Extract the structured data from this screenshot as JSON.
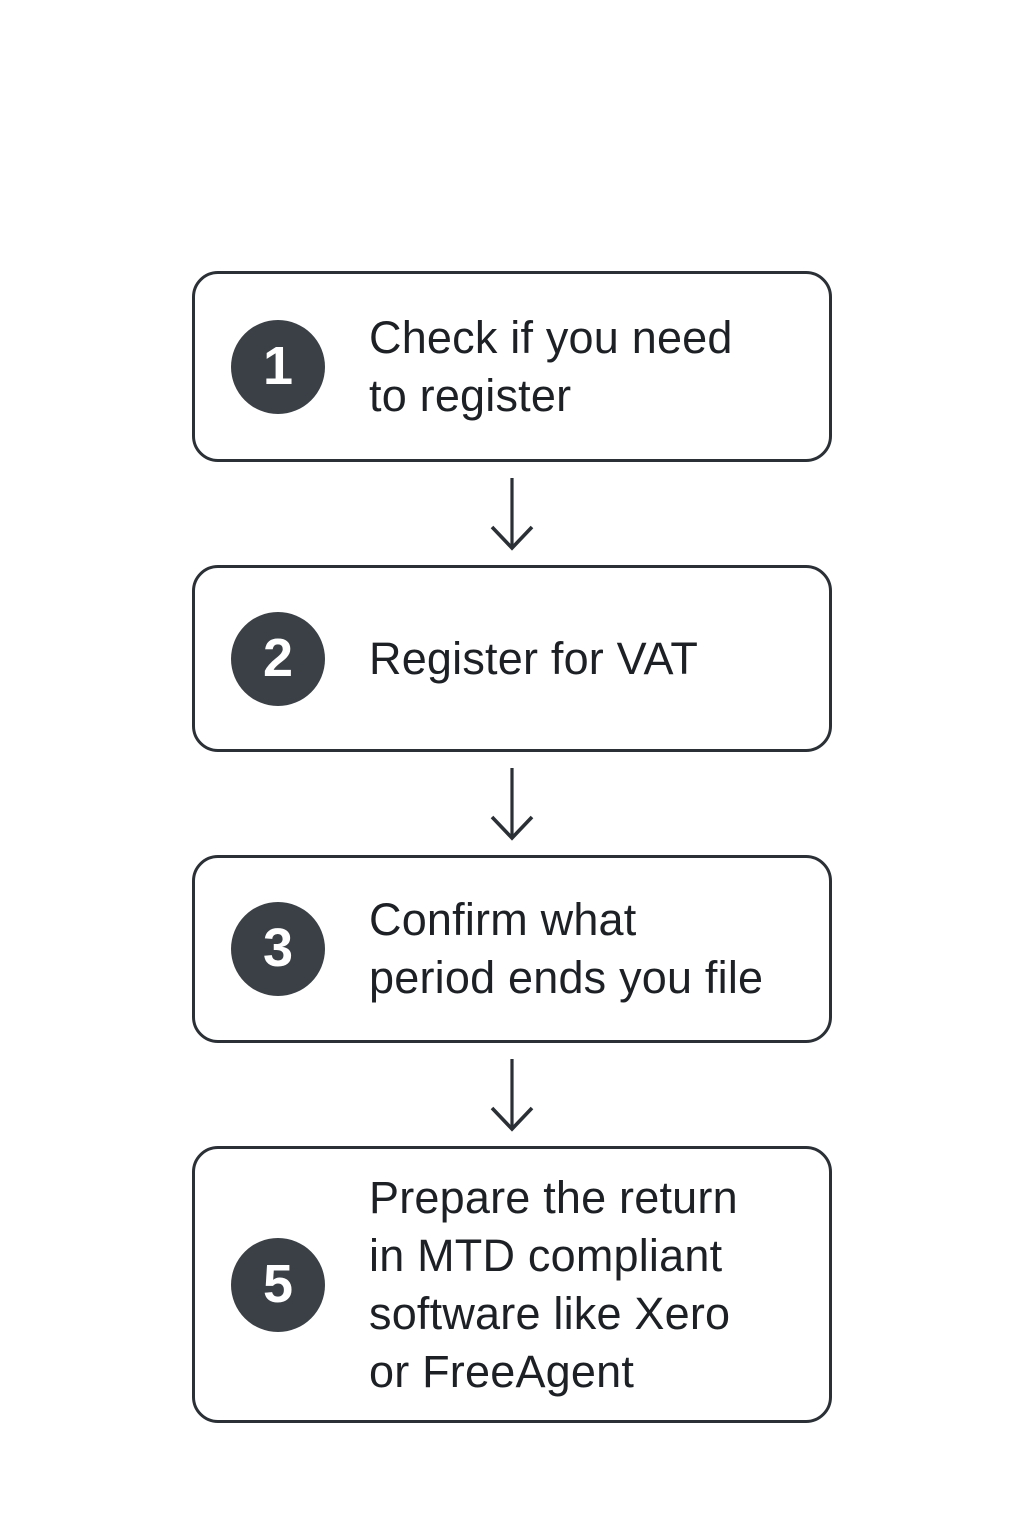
{
  "diagram": {
    "type": "flowchart",
    "orientation": "vertical",
    "steps": [
      {
        "number": "1",
        "label": "Check if you need\nto register"
      },
      {
        "number": "2",
        "label": "Register for VAT"
      },
      {
        "number": "3",
        "label": "Confirm what\nperiod ends you file"
      },
      {
        "number": "5",
        "label": "Prepare the return\nin MTD compliant\nsoftware like Xero\nor FreeAgent"
      }
    ],
    "colors": {
      "background": "#ffffff",
      "box_fill": "#ffffff",
      "box_border": "#2a3036",
      "badge_fill": "#3a4046",
      "badge_text": "#ffffff",
      "label_text": "#1d2126",
      "arrow": "#2a3036"
    }
  }
}
